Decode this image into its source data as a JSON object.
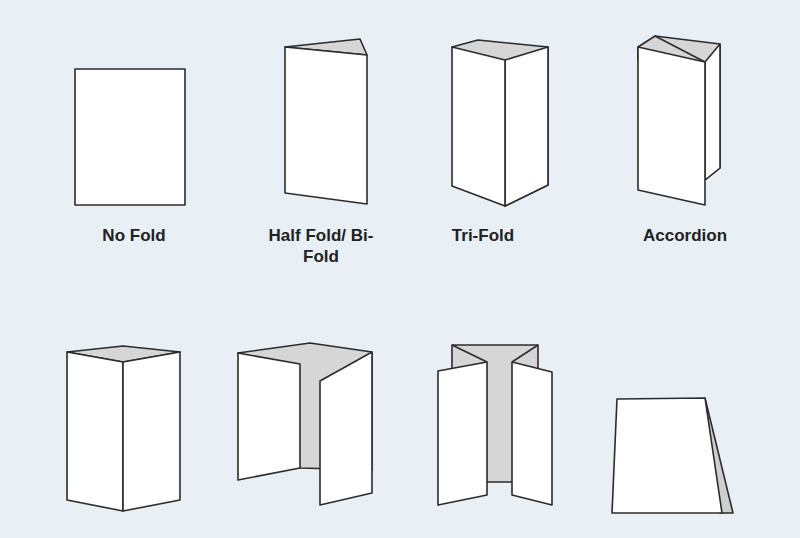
{
  "diagram": {
    "labels": [
      "No Fold",
      "Half Fold/ Bi-Fold",
      "Tri-Fold",
      "Accordion"
    ]
  }
}
